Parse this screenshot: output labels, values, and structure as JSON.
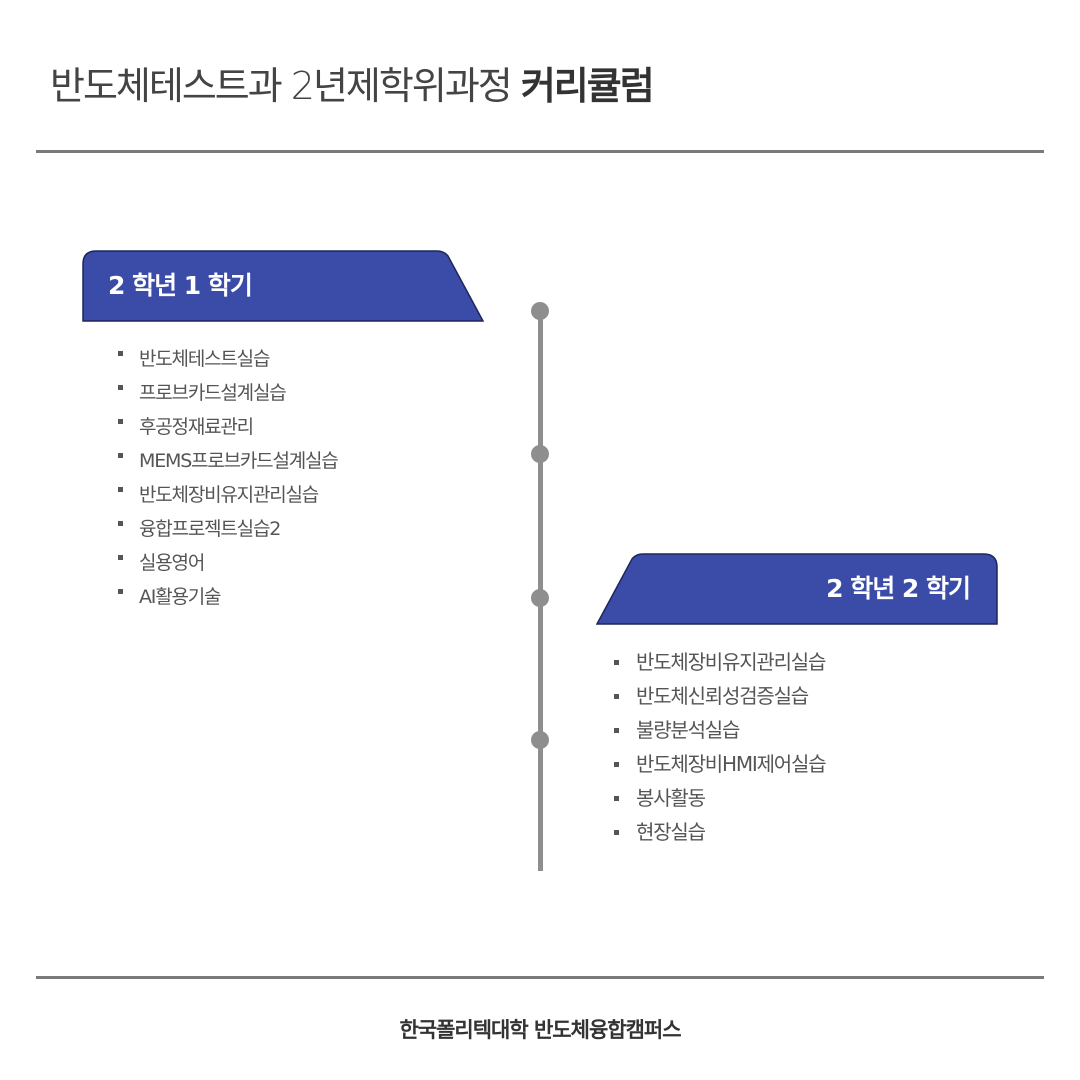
{
  "header": {
    "title_regular": "반도체테스트과 2년제학위과정",
    "title_bold": "커리큘럼"
  },
  "semester_left": {
    "label": "2 학년 1 학기",
    "courses": [
      "반도체테스트실습",
      "프로브카드설계실습",
      "후공정재료관리",
      "MEMS프로브카드설계실습",
      "반도체장비유지관리실습",
      "융합프로젝트실습2",
      "실용영어",
      "AI활용기술"
    ]
  },
  "semester_right": {
    "label": "2 학년 2 학기",
    "courses": [
      "반도체장비유지관리실습",
      "반도체신뢰성검증실습",
      "불량분석실습",
      "반도체장비HMI제어실습",
      "봉사활동",
      "현장실습"
    ]
  },
  "footer": {
    "text": "한국폴리텍대학 반도체융합캠퍼스"
  },
  "colors": {
    "banner_fill": "#3a4ba8",
    "banner_stroke": "#1f2659",
    "timeline": "#8e8e8e",
    "rule": "#7a7a7a"
  }
}
